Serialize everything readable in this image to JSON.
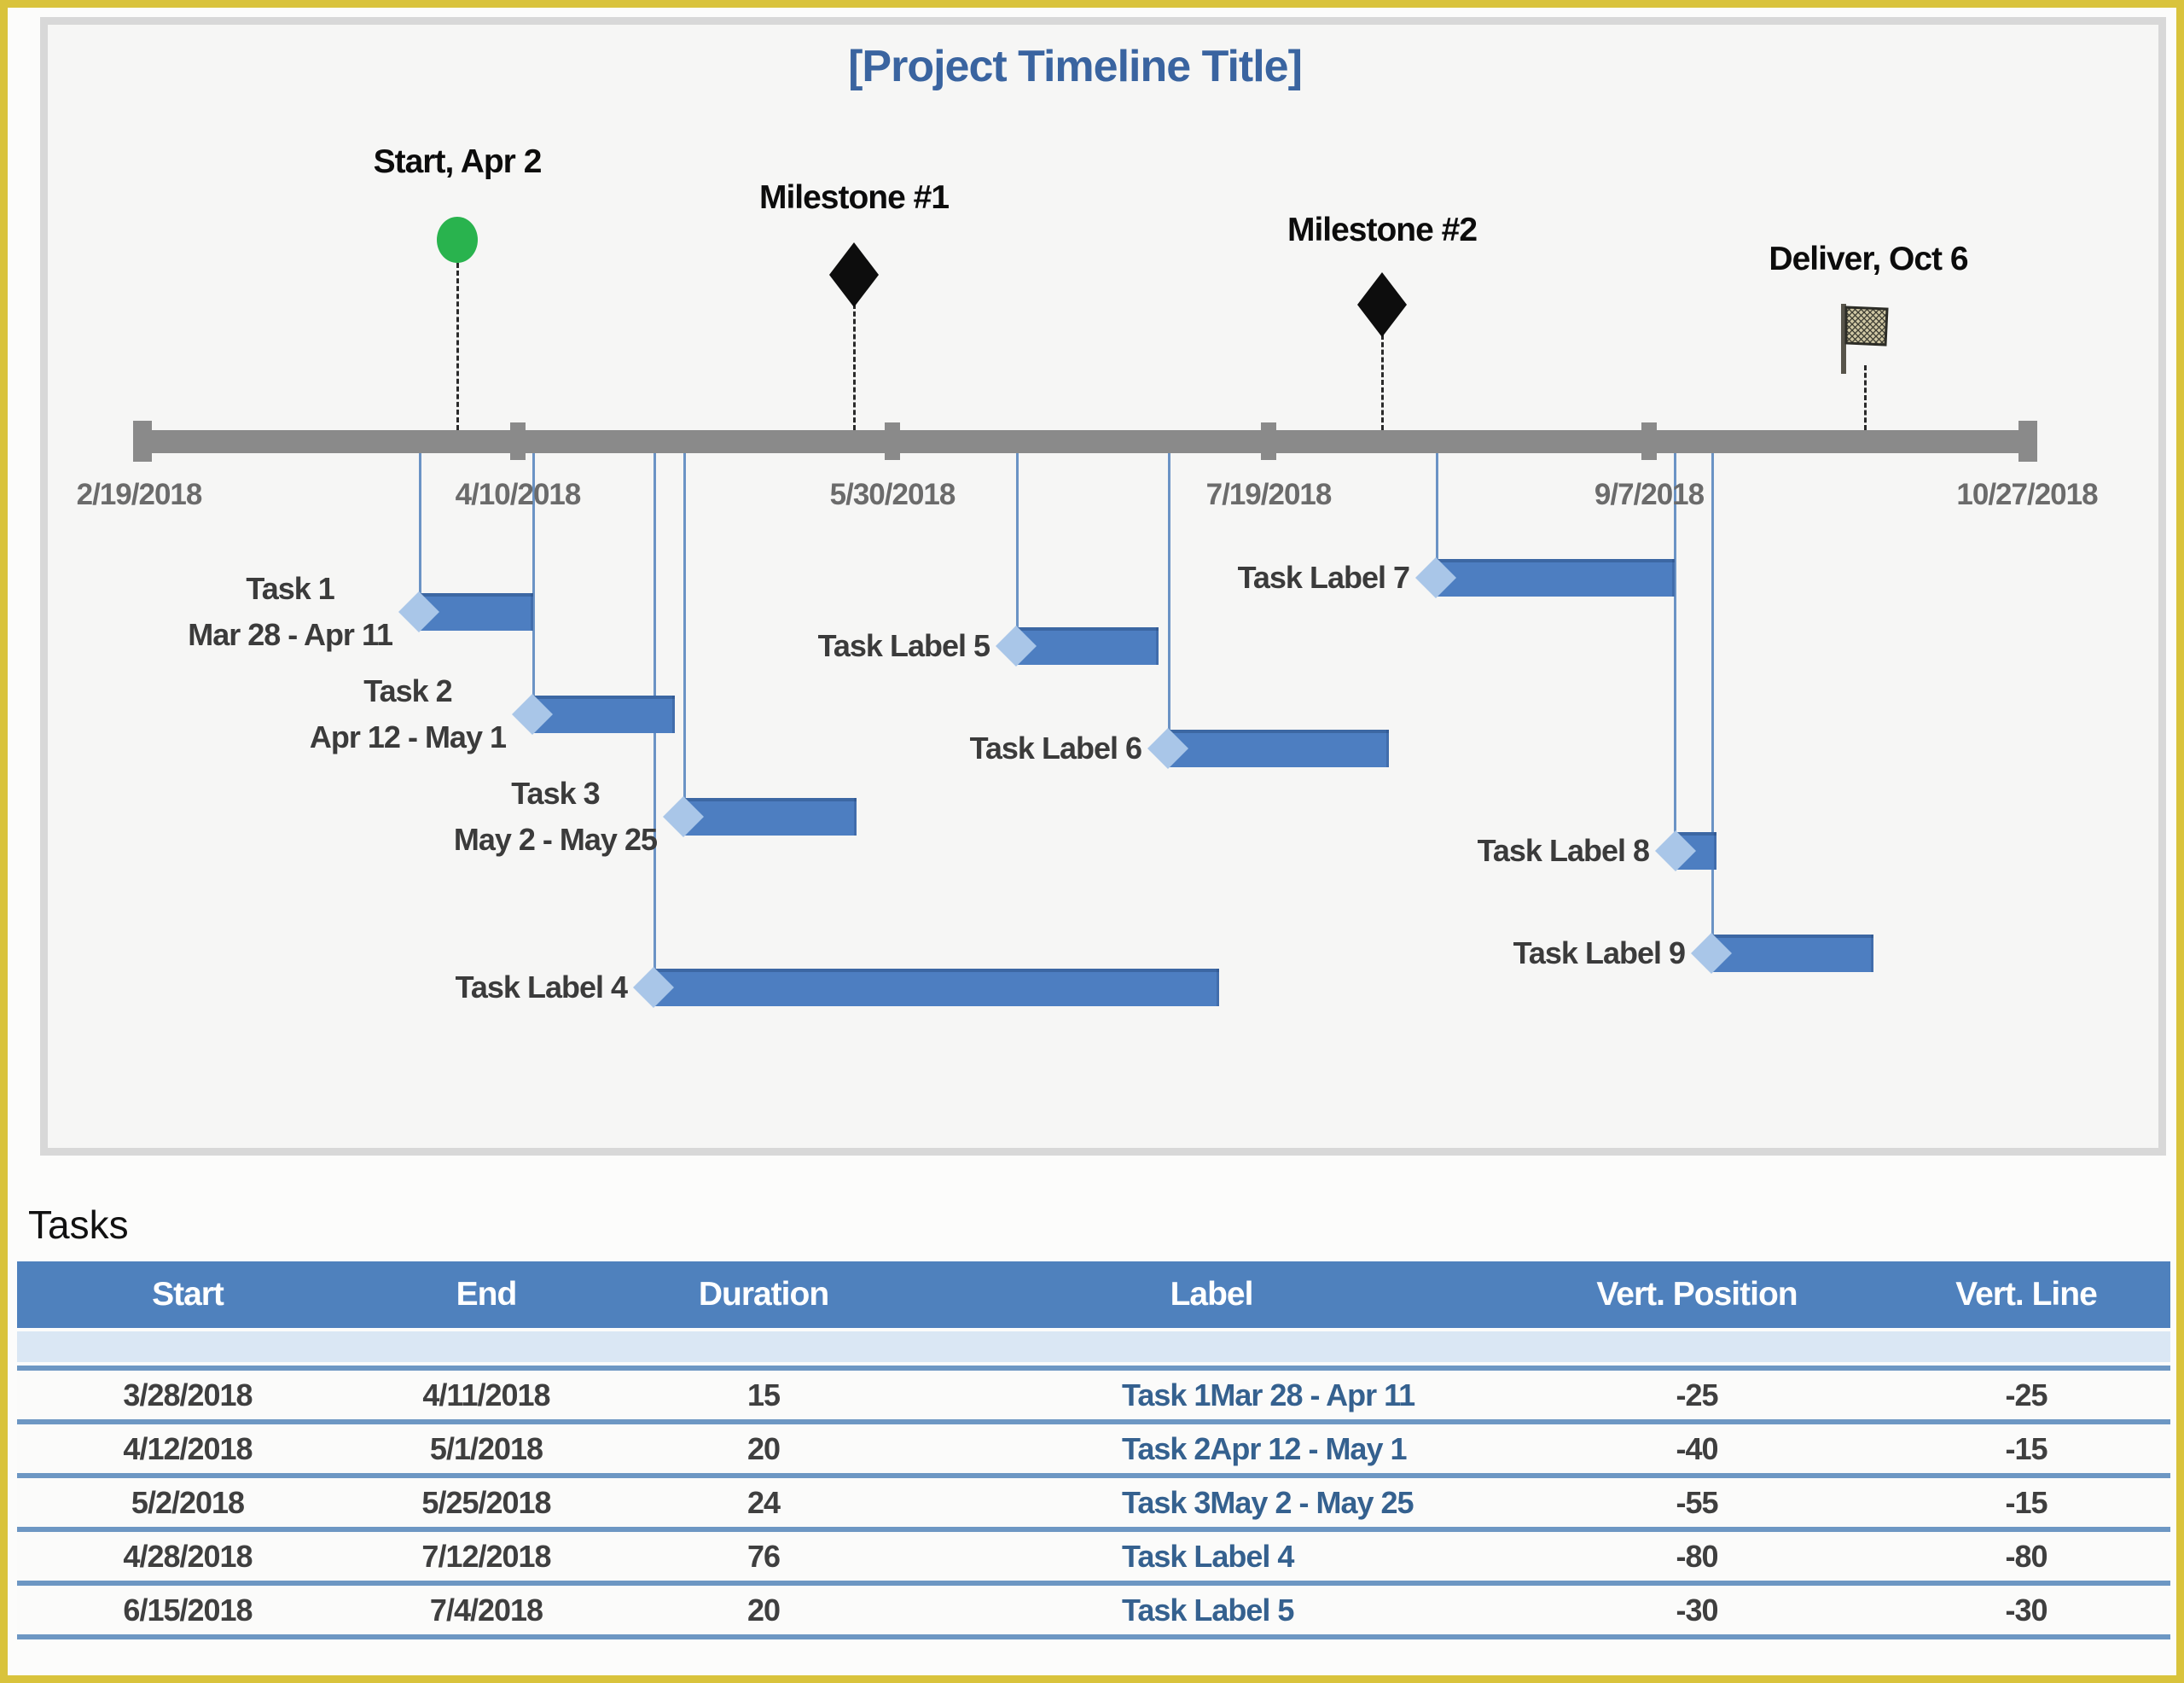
{
  "title": "[Project Timeline Title]",
  "section_heading": "Tasks",
  "colors": {
    "page_border": "#d9c33c",
    "panel_border": "#d8d8d8",
    "title_blue": "#3a64a0",
    "axis_gray": "#8a8a8a",
    "bar_blue": "#4d7ec1",
    "diamond_blue": "#a9c6e8",
    "connector_blue": "#6b93c5",
    "start_green": "#29b34e",
    "milestone_black": "#0d0d0d",
    "table_header_blue": "#4f81bd",
    "table_band_blue": "#dae7f4",
    "table_separator_blue": "#6d97c3",
    "table_label_blue": "#35618f"
  },
  "chart_data": {
    "type": "timeline-gantt",
    "title": "[Project Timeline Title]",
    "axis_range": [
      "2/19/2018",
      "10/27/2018"
    ],
    "axis_dates": [
      "2/19/2018",
      "4/10/2018",
      "5/30/2018",
      "7/19/2018",
      "9/7/2018",
      "10/27/2018"
    ],
    "milestones": [
      {
        "label": "Start, Apr 2",
        "date": "Apr 2",
        "marker": "green-circle"
      },
      {
        "label": "Milestone #1",
        "marker": "black-diamond"
      },
      {
        "label": "Milestone #2",
        "marker": "black-diamond"
      },
      {
        "label": "Deliver, Oct 6",
        "date": "Oct 6",
        "marker": "flag"
      }
    ],
    "tasks": [
      {
        "name": "Task 1",
        "date_range": "Mar 28 - Apr 11",
        "start": "3/28/2018",
        "end": "4/11/2018"
      },
      {
        "name": "Task 2",
        "date_range": "Apr 12 - May 1",
        "start": "4/12/2018",
        "end": "5/1/2018"
      },
      {
        "name": "Task 3",
        "date_range": "May 2 - May 25",
        "start": "5/2/2018",
        "end": "5/25/2018"
      },
      {
        "name": "Task Label 4",
        "start": "4/28/2018",
        "end": "7/12/2018"
      },
      {
        "name": "Task Label 5",
        "start": "6/15/2018",
        "end": "7/4/2018"
      },
      {
        "name": "Task Label 6"
      },
      {
        "name": "Task Label 7"
      },
      {
        "name": "Task Label 8"
      },
      {
        "name": "Task Label 9"
      }
    ]
  },
  "table": {
    "headers": [
      "Start",
      "End",
      "Duration",
      "Label",
      "Vert. Position",
      "Vert. Line"
    ],
    "rows": [
      {
        "start": "3/28/2018",
        "end": "4/11/2018",
        "duration": "15",
        "label": "Task 1Mar 28 - Apr 11",
        "vert_position": "-25",
        "vert_line": "-25"
      },
      {
        "start": "4/12/2018",
        "end": "5/1/2018",
        "duration": "20",
        "label": "Task 2Apr 12 - May 1",
        "vert_position": "-40",
        "vert_line": "-15"
      },
      {
        "start": "5/2/2018",
        "end": "5/25/2018",
        "duration": "24",
        "label": "Task 3May 2 - May 25",
        "vert_position": "-55",
        "vert_line": "-15"
      },
      {
        "start": "4/28/2018",
        "end": "7/12/2018",
        "duration": "76",
        "label": "Task Label 4",
        "vert_position": "-80",
        "vert_line": "-80"
      },
      {
        "start": "6/15/2018",
        "end": "7/4/2018",
        "duration": "20",
        "label": "Task Label 5",
        "vert_position": "-30",
        "vert_line": "-30"
      }
    ]
  }
}
